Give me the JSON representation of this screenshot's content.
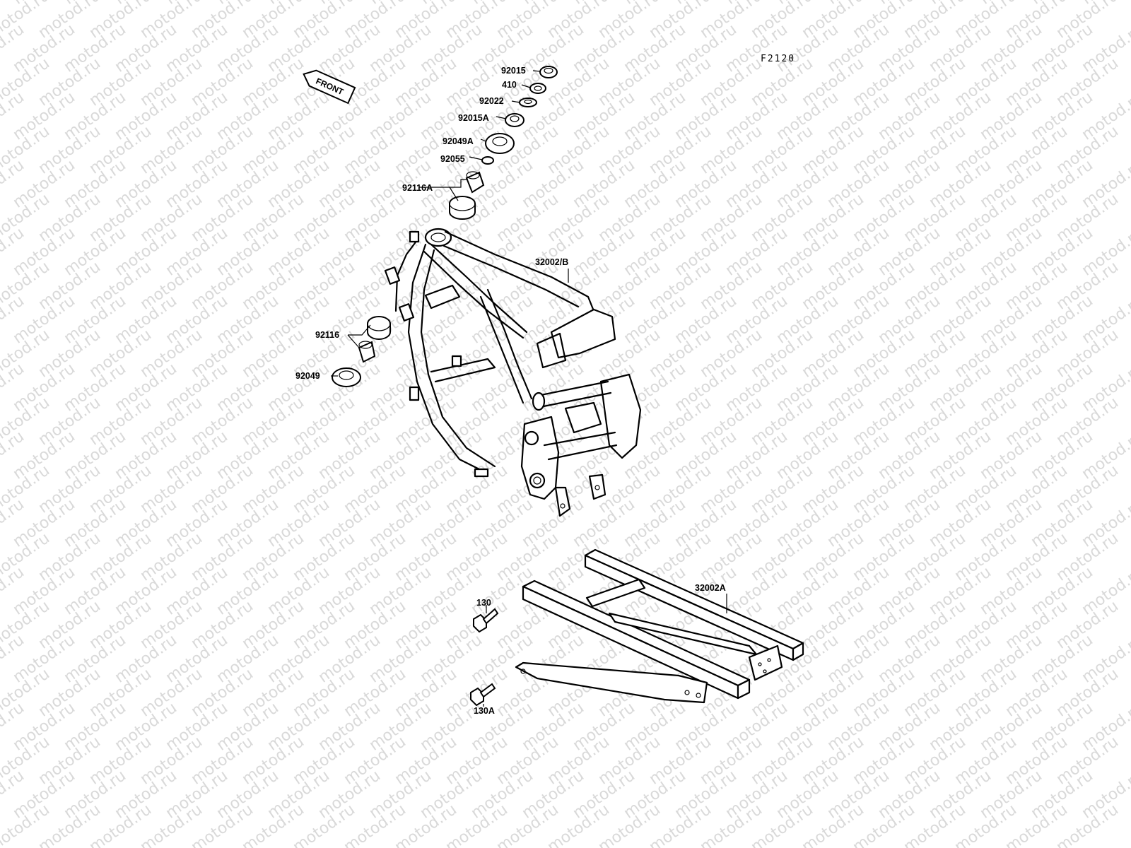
{
  "diagram": {
    "code": "F2120",
    "front_label": "FRONT",
    "watermark": "motod.ru",
    "parts": [
      {
        "id": "92015"
      },
      {
        "id": "410"
      },
      {
        "id": "92022"
      },
      {
        "id": "92015A"
      },
      {
        "id": "92049A"
      },
      {
        "id": "92055"
      },
      {
        "id": "92116A"
      },
      {
        "id": "32002/B"
      },
      {
        "id": "92116"
      },
      {
        "id": "92049"
      },
      {
        "id": "32002A"
      },
      {
        "id": "130"
      },
      {
        "id": "130A"
      }
    ]
  }
}
